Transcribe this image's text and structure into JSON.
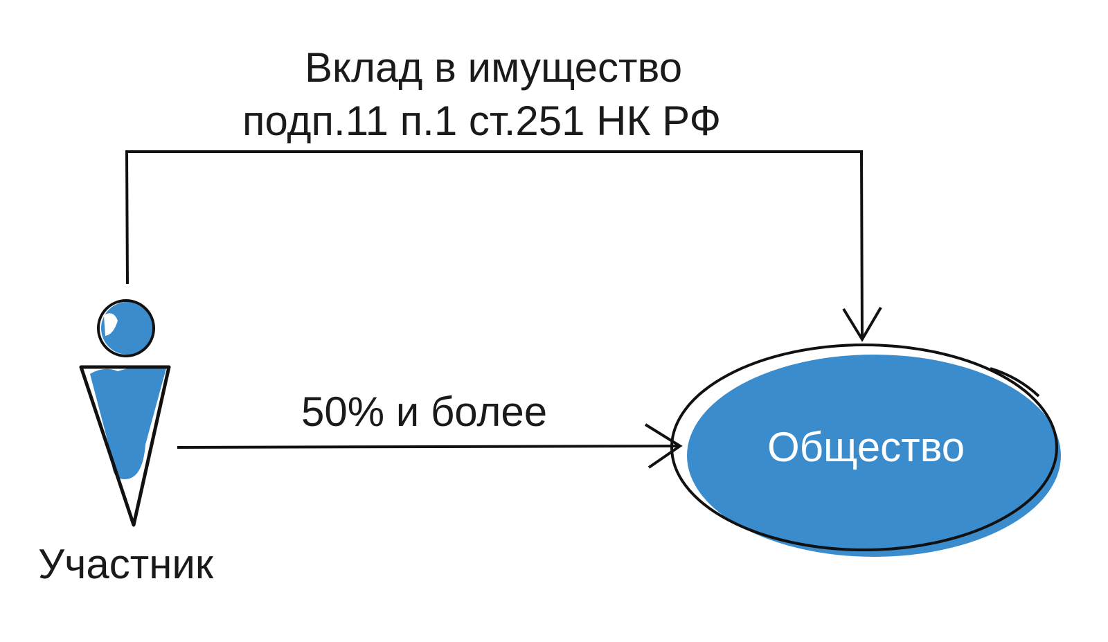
{
  "top_label": {
    "line1": "Вклад в имущество",
    "line2": "подп.11 п.1 ст.251 НК РФ"
  },
  "middle_label": "50% и более",
  "participant_label": "Участник",
  "company_label": "Общество",
  "colors": {
    "fill": "#3b8ccd",
    "stroke": "#111111",
    "text_on_fill": "#ffffff"
  },
  "icons": {
    "participant": "person-icon",
    "company": "ellipse-node"
  }
}
